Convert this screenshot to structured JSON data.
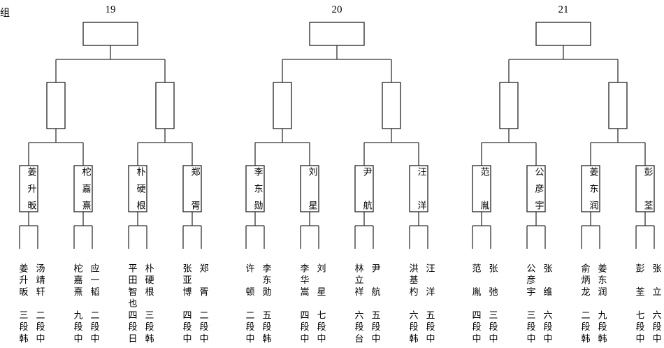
{
  "corner_label": "组",
  "groups": [
    {
      "number": "19",
      "matches": [
        {
          "winner": "姜升昄",
          "players": [
            {
              "name": "姜升昄",
              "rank": "三段韩"
            },
            {
              "name": "汤靖轩",
              "rank": "二段中"
            }
          ]
        },
        {
          "winner": "柁嘉熹",
          "players": [
            {
              "name": "柁嘉熹",
              "rank": "九段中"
            },
            {
              "name": "应一韬",
              "rank": "二段中"
            }
          ]
        },
        {
          "winner": "朴硬根",
          "players": [
            {
              "name": "平田智也",
              "rank": "四段日"
            },
            {
              "name": "朴硬根",
              "rank": "三段韩"
            }
          ]
        },
        {
          "winner": "郑　胥",
          "players": [
            {
              "name": "张亚博",
              "rank": "四段中"
            },
            {
              "name": "郑　胥",
              "rank": "二段中"
            }
          ]
        }
      ]
    },
    {
      "number": "20",
      "matches": [
        {
          "winner": "李东勋",
          "players": [
            {
              "name": "许　顿",
              "rank": "二段中"
            },
            {
              "name": "李东勋",
              "rank": "五段韩"
            }
          ]
        },
        {
          "winner": "刘　星",
          "players": [
            {
              "name": "李华嵩",
              "rank": "四段中"
            },
            {
              "name": "刘　星",
              "rank": "七段中"
            }
          ]
        },
        {
          "winner": "尹　航",
          "players": [
            {
              "name": "林立祥",
              "rank": "六段台"
            },
            {
              "name": "尹　航",
              "rank": "五段中"
            }
          ]
        },
        {
          "winner": "汪　洋",
          "players": [
            {
              "name": "洪基杓",
              "rank": "六段韩"
            },
            {
              "name": "汪　洋",
              "rank": "五段中"
            }
          ]
        }
      ]
    },
    {
      "number": "21",
      "matches": [
        {
          "winner": "范　胤",
          "players": [
            {
              "name": "范　胤",
              "rank": "四段中"
            },
            {
              "name": "张　弛",
              "rank": "三段中"
            }
          ]
        },
        {
          "winner": "公彦宇",
          "players": [
            {
              "name": "公彦宇",
              "rank": "三段中"
            },
            {
              "name": "张　维",
              "rank": "六段中"
            }
          ]
        },
        {
          "winner": "姜东润",
          "players": [
            {
              "name": "俞炳龙",
              "rank": "二段韩"
            },
            {
              "name": "姜东润",
              "rank": "九段韩"
            }
          ]
        },
        {
          "winner": "彭　荃",
          "players": [
            {
              "name": "彭　荃",
              "rank": "七段中"
            },
            {
              "name": "张　立",
              "rank": "六段中"
            }
          ]
        }
      ]
    }
  ]
}
